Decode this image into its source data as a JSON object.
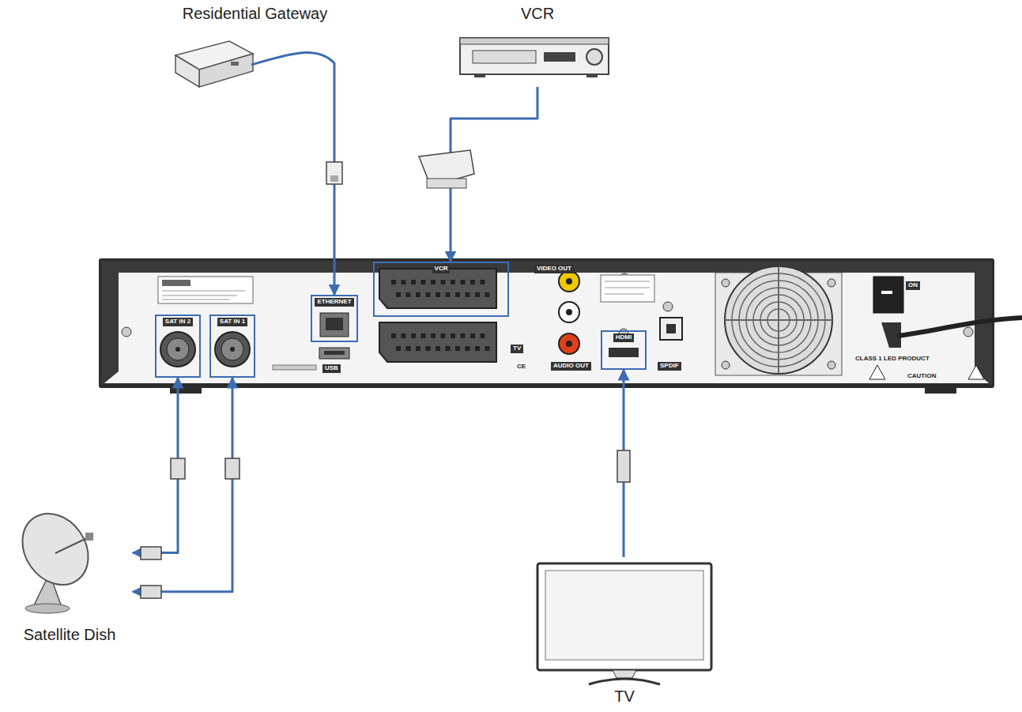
{
  "diagram": {
    "nodes": [
      {
        "text": [
          "Satellite Dish"
        ]
      },
      {
        "text": [
          "Residential Gateway"
        ]
      },
      {
        "text": [
          "VCR"
        ]
      },
      {
        "text": [
          "TV"
        ]
      },
      {
        "text": [
          "SAT IN 2"
        ]
      },
      {
        "text": [
          "SAT IN 1"
        ]
      },
      {
        "text": [
          "ETHERNET"
        ]
      },
      {
        "text": [
          "VCR"
        ]
      },
      {
        "text": [
          "HDMI"
        ]
      }
    ],
    "edges": [
      {
        "from": 1,
        "to": 6,
        "arrow": "to"
      },
      {
        "from": 2,
        "to": 7,
        "arrow": "to"
      },
      {
        "from": 0,
        "to": 4,
        "arrow": "both"
      },
      {
        "from": 0,
        "to": 5,
        "arrow": "both"
      },
      {
        "from": 3,
        "to": 8,
        "arrow": "to"
      }
    ],
    "labels": [
      "USB",
      "TV",
      "VIDEO OUT",
      "AUDIO OUT",
      "SPDIF",
      "CE",
      "CLASS 1 LED PRODUCT",
      "CAUTION",
      "ON"
    ]
  }
}
